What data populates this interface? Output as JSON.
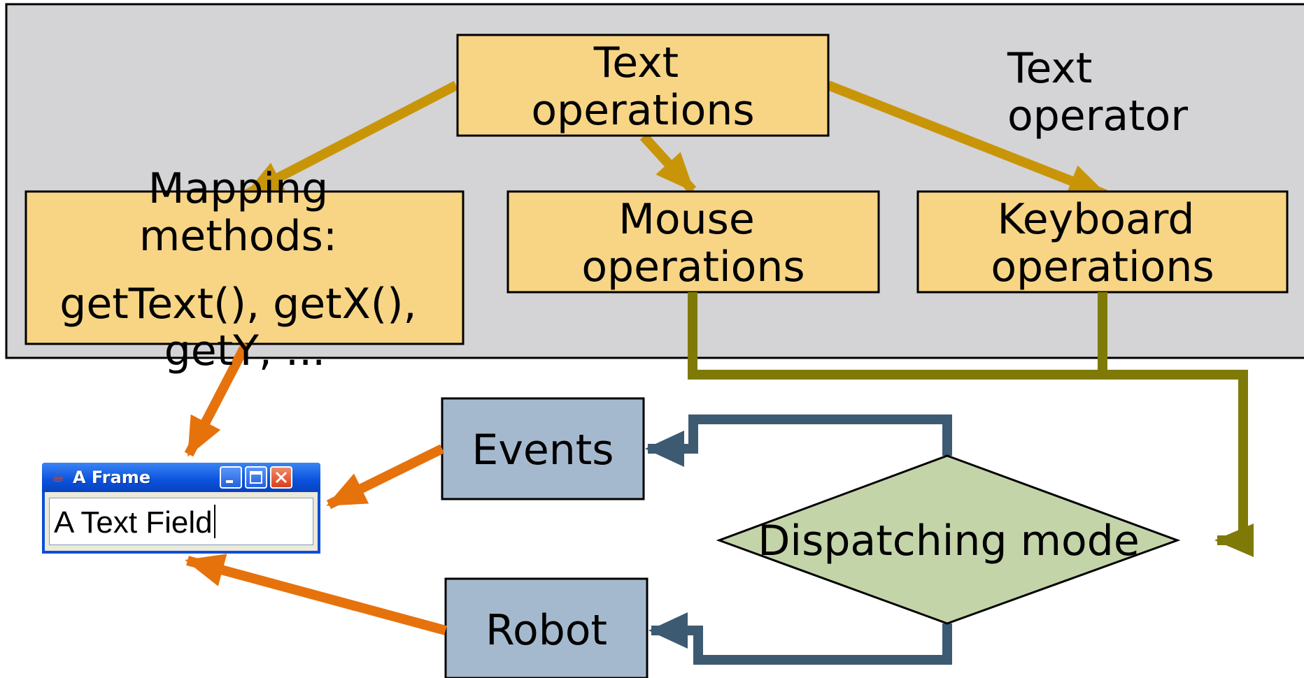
{
  "nodes": {
    "text_operations": [
      "Text",
      "operations"
    ],
    "mouse_operations": [
      "Mouse",
      "operations"
    ],
    "keyboard_operations": [
      "Keyboard",
      "operations"
    ],
    "mapping_methods": [
      "Mapping",
      "methods:",
      "getText(), getX(),",
      "getY, ..."
    ],
    "events": "Events",
    "robot": "Robot",
    "dispatching_mode": "Dispatching mode"
  },
  "labels": {
    "text_operator": [
      "Text",
      "operator"
    ]
  },
  "java_frame": {
    "title": "A Frame",
    "text_field_value": "A Text Field"
  },
  "colors": {
    "operator_panel": "#d4d4d6",
    "operation_box": "#f7d585",
    "component_box": "#a5b9ce",
    "dispatch_diamond": "#c4d4a9",
    "arrow_gold": "#c99508",
    "arrow_olive": "#7f7a08",
    "arrow_slate": "#3d5a73",
    "arrow_orange": "#e6720c"
  }
}
